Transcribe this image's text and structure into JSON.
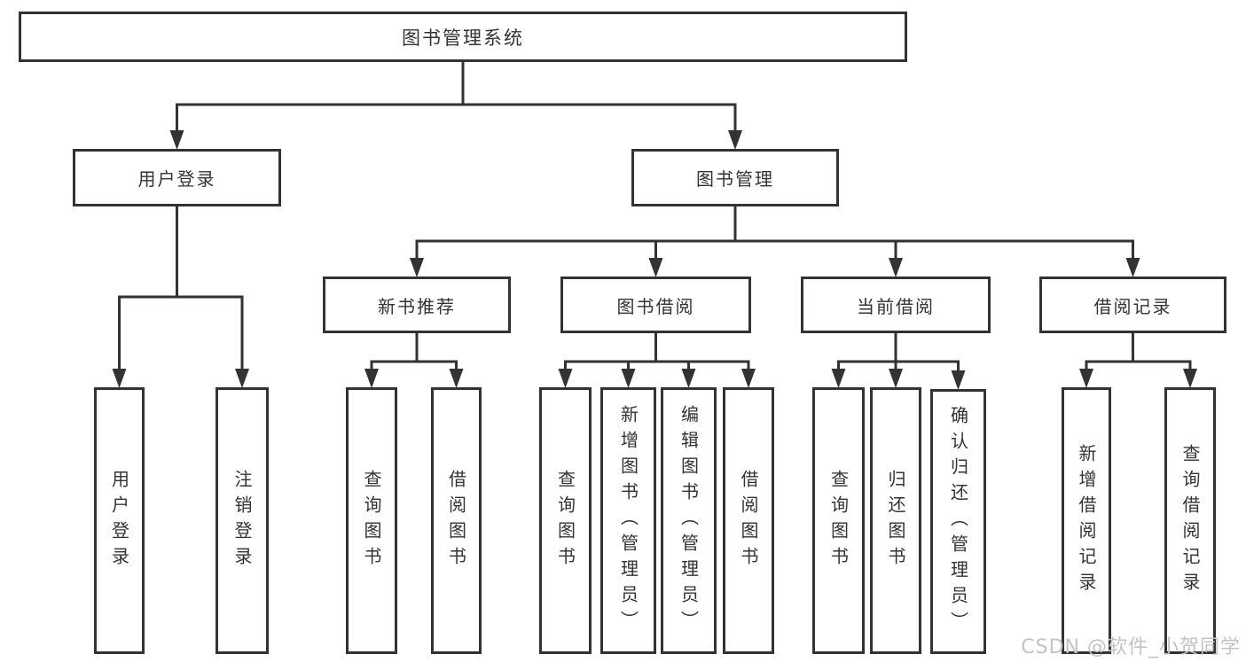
{
  "diagram_title": "图书管理系统",
  "tree": {
    "id": "root",
    "label": "图书管理系统",
    "children": [
      {
        "id": "user-login",
        "label": "用户登录",
        "children": [
          {
            "id": "leaf-user-login",
            "label": "用户登录",
            "vertical": true
          },
          {
            "id": "leaf-logout",
            "label": "注销登录",
            "vertical": true
          }
        ]
      },
      {
        "id": "book-mgmt",
        "label": "图书管理",
        "children": [
          {
            "id": "new-book-rec",
            "label": "新书推荐",
            "children": [
              {
                "id": "nbr-query",
                "label": "查询图书",
                "vertical": true
              },
              {
                "id": "nbr-borrow",
                "label": "借阅图书",
                "vertical": true
              }
            ]
          },
          {
            "id": "book-borrow",
            "label": "图书借阅",
            "children": [
              {
                "id": "bb-query",
                "label": "查询图书",
                "vertical": true
              },
              {
                "id": "bb-add",
                "label": "新增图书（管理员）",
                "vertical": true
              },
              {
                "id": "bb-edit",
                "label": "编辑图书（管理员）",
                "vertical": true
              },
              {
                "id": "bb-borrow",
                "label": "借阅图书",
                "vertical": true
              }
            ]
          },
          {
            "id": "current-borrow",
            "label": "当前借阅",
            "children": [
              {
                "id": "cb-query",
                "label": "查询图书",
                "vertical": true
              },
              {
                "id": "cb-return",
                "label": "归还图书",
                "vertical": true
              },
              {
                "id": "cb-confirm",
                "label": "确认归还（管理员）",
                "vertical": true
              }
            ]
          },
          {
            "id": "borrow-records",
            "label": "借阅记录",
            "children": [
              {
                "id": "br-add",
                "label": "新增借阅记录",
                "vertical": true
              },
              {
                "id": "br-query",
                "label": "查询借阅记录",
                "vertical": true
              }
            ]
          }
        ]
      }
    ]
  },
  "watermark": "CSDN @软件_小贺同学",
  "colors": {
    "line": "#333333",
    "text": "#333333",
    "background": "#ffffff",
    "watermark": "#c3c3c3"
  }
}
